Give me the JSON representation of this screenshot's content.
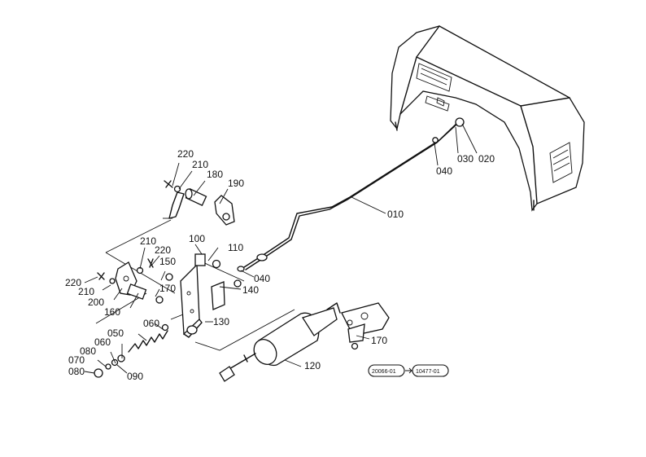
{
  "diagram": {
    "labels": {
      "p010": "010",
      "p020": "020",
      "p030": "030",
      "p040a": "040",
      "p040b": "040",
      "p050": "050",
      "p060a": "060",
      "p060b": "060",
      "p070": "070",
      "p080a": "080",
      "p080b": "080",
      "p090": "090",
      "p100": "100",
      "p110": "110",
      "p120": "120",
      "p130": "130",
      "p140": "140",
      "p150": "150",
      "p160": "160",
      "p170a": "170",
      "p170b": "170",
      "p180": "180",
      "p190": "190",
      "p200": "200",
      "p210a": "210",
      "p210b": "210",
      "p210c": "210",
      "p220a": "220",
      "p220b": "220",
      "p220c": "220"
    },
    "serial_range": {
      "from": "20066-01",
      "to": "10477-01"
    }
  }
}
